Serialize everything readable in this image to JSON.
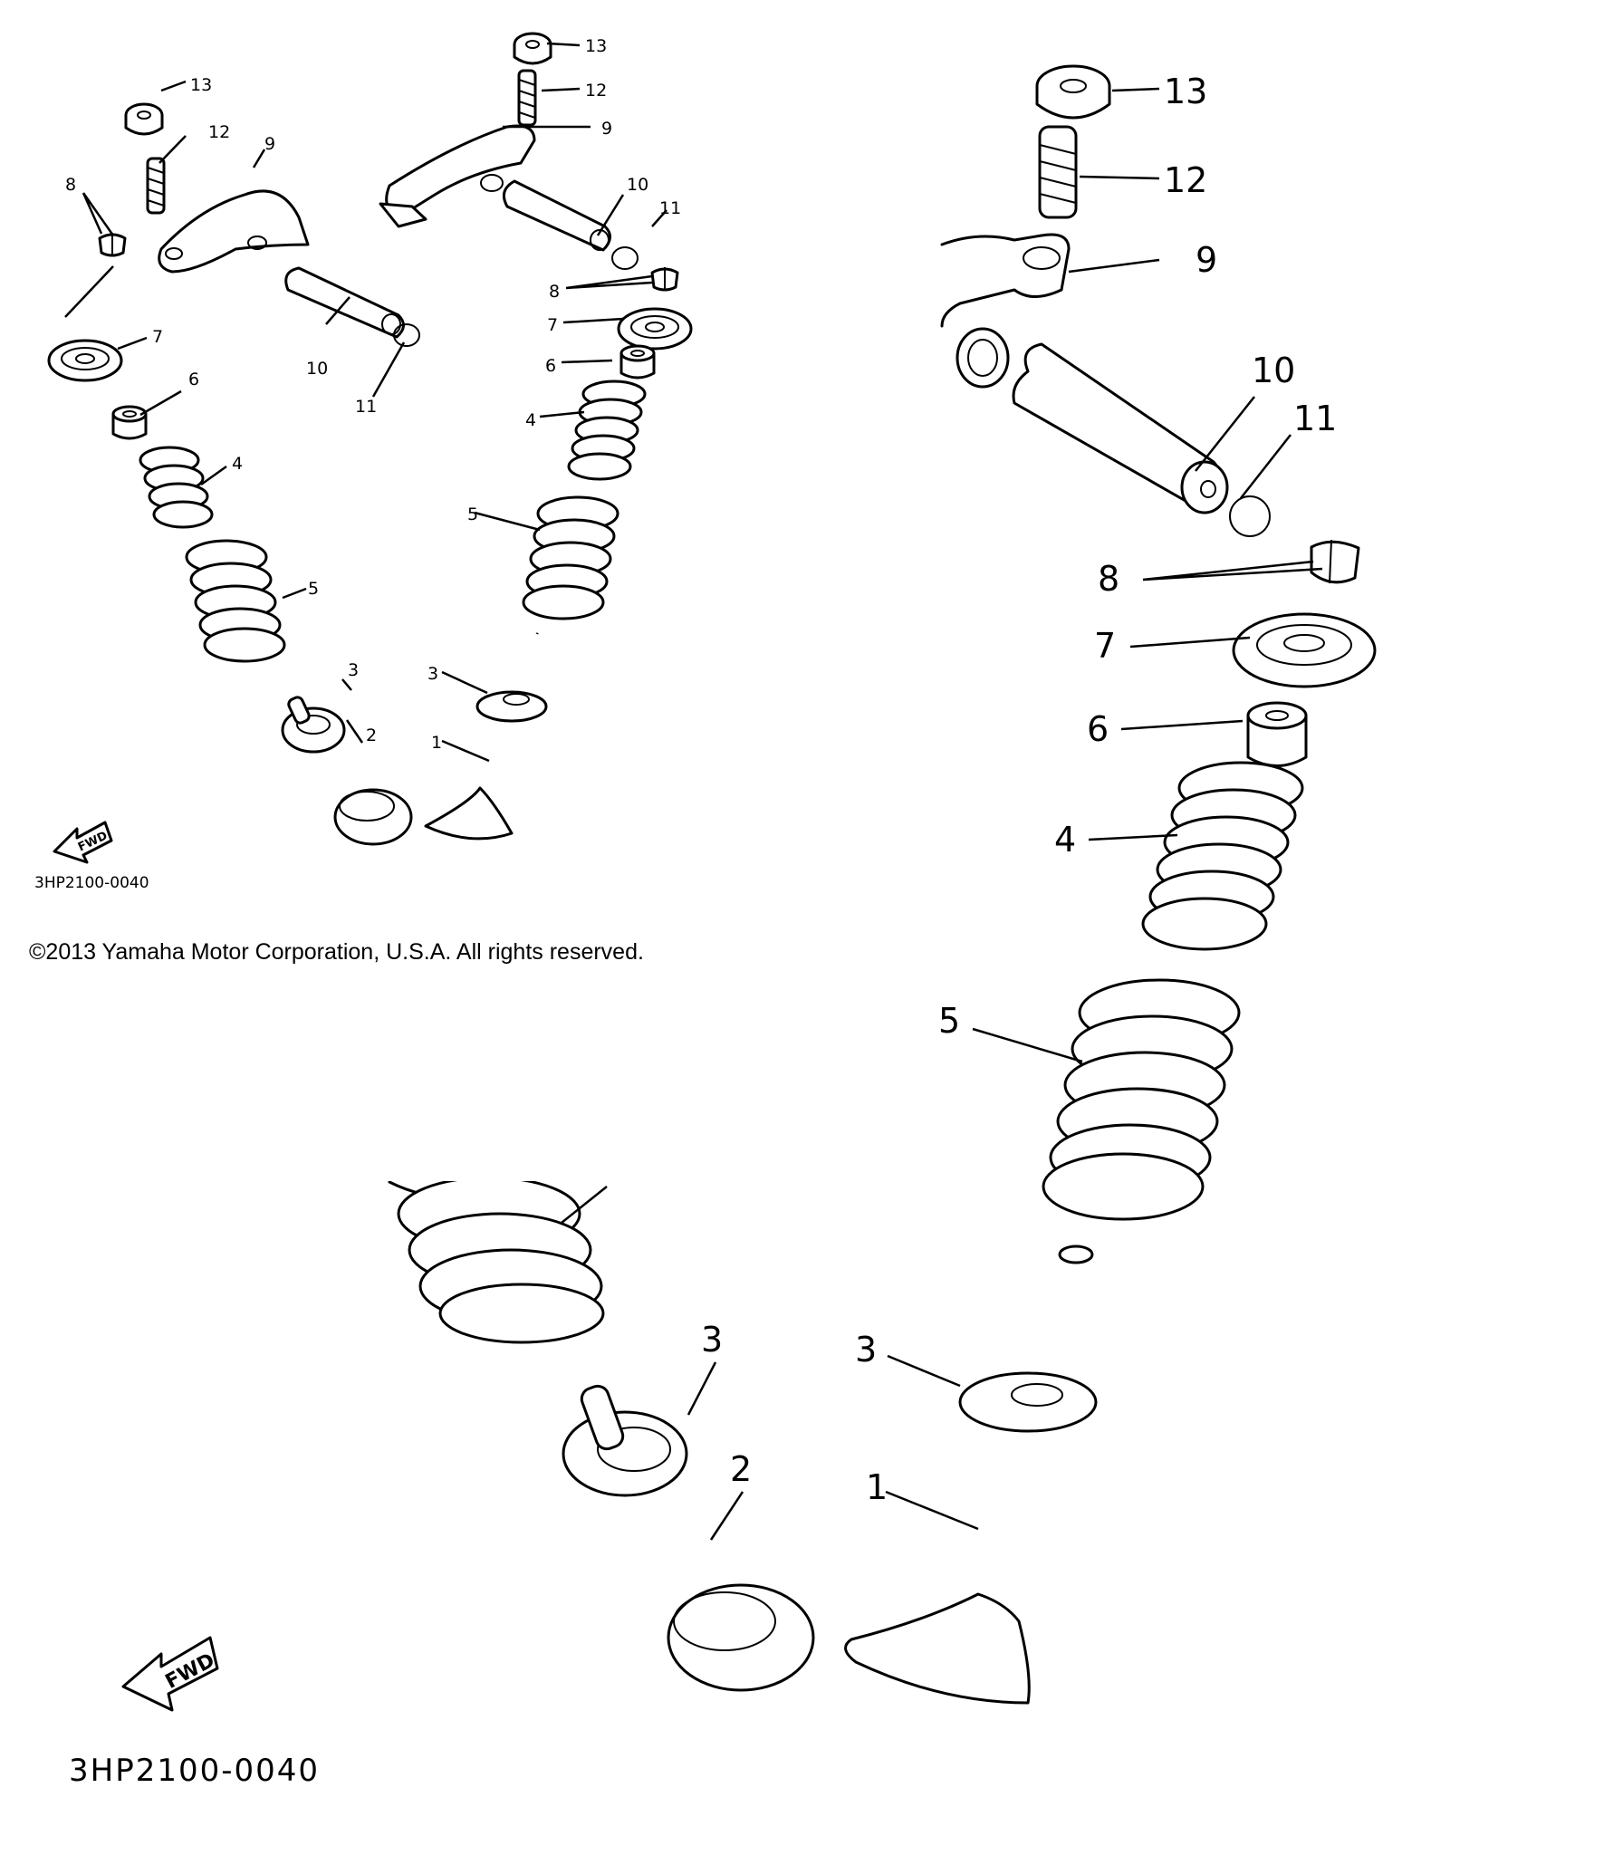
{
  "diagram_code": "3HP2100-0040",
  "copyright": "©2013 Yamaha Motor Corporation, U.S.A. All rights reserved.",
  "fwd_label": "FWD",
  "callouts": {
    "n1": "1",
    "n2": "2",
    "n3": "3",
    "n4": "4",
    "n5": "5",
    "n6": "6",
    "n7": "7",
    "n8": "8",
    "n9": "9",
    "n10": "10",
    "n11": "11",
    "n12": "12",
    "n13": "13"
  },
  "colors": {
    "ink": "#000000",
    "paper": "#ffffff"
  }
}
